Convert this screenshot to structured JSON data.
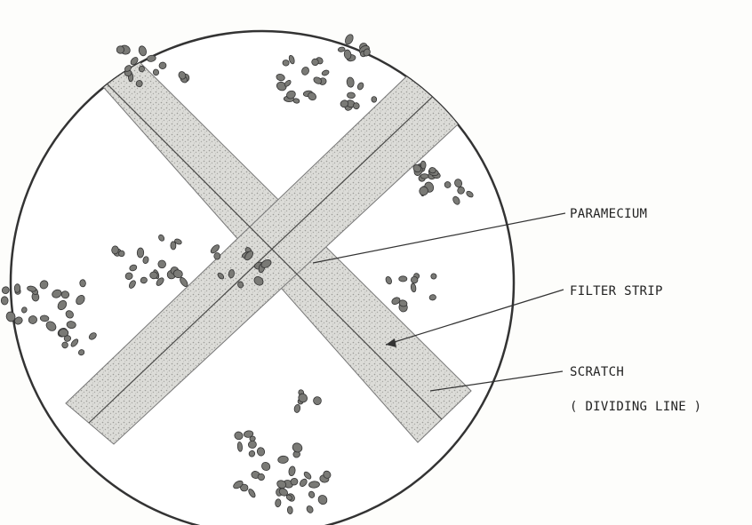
{
  "labels": {
    "paramecium": "PARAMECIUM",
    "filter_strip": "FILTER STRIP",
    "scratch": "SCRATCH",
    "dividing_line": "( DIVIDING LINE )"
  },
  "colors": {
    "ink": "#222222",
    "strip_fill": "#d9d9d6",
    "background": "#fdfdfb"
  }
}
